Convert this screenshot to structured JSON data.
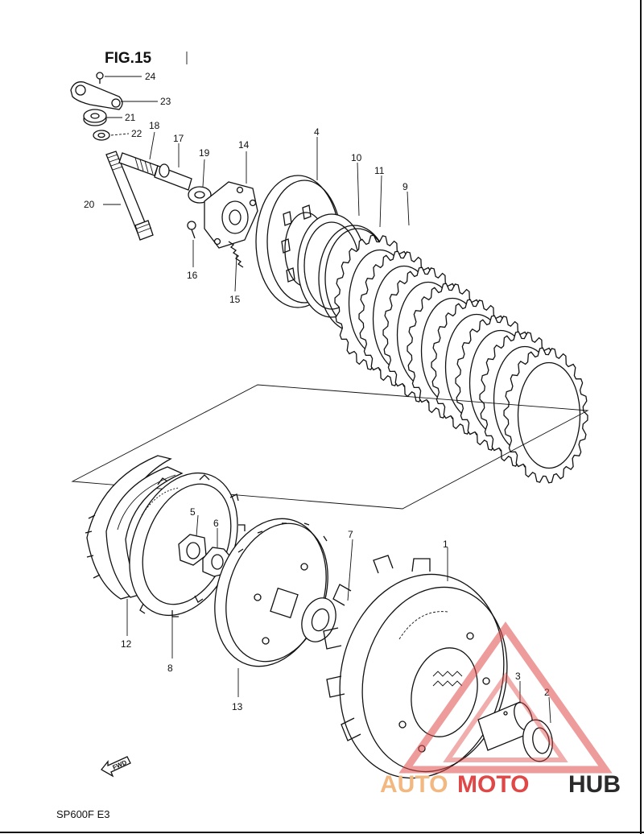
{
  "figure_title": "FIG.15",
  "model_code": "SP600F  E3",
  "fwd_label": "FWD",
  "watermark": {
    "auto": "AUTO",
    "moto": "MOTO",
    "hub": "HUB",
    "color_light": "#f2b880",
    "color_red": "#e04848",
    "color_dark": "#2a2a2a"
  },
  "callouts": {
    "p1": "1",
    "p2": "2",
    "p3": "3",
    "p4": "4",
    "p5": "5",
    "p6": "6",
    "p7": "7",
    "p8": "8",
    "p9": "9",
    "p10": "10",
    "p11": "11",
    "p12": "12",
    "p13": "13",
    "p14": "14",
    "p15": "15",
    "p16": "16",
    "p17": "17",
    "p18": "18",
    "p19": "19",
    "p20": "20",
    "p21": "21",
    "p22": "22",
    "p23": "23",
    "p24": "24"
  }
}
